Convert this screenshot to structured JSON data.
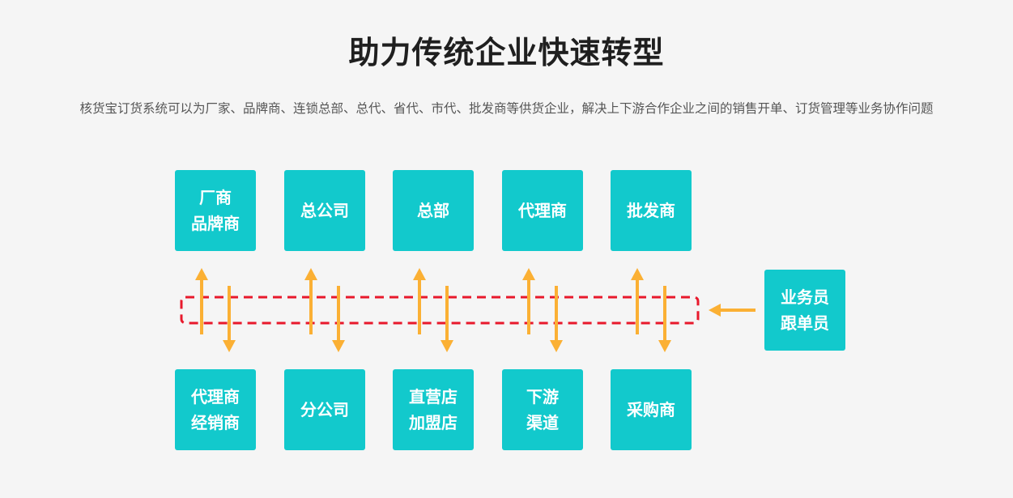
{
  "header": {
    "title": "助力传统企业快速转型",
    "subtitle": "核货宝订货系统可以为厂家、品牌商、连锁总部、总代、省代、市代、批发商等供货企业，解决上下游合作企业之间的销售开单、订货管理等业务协作问题"
  },
  "colors": {
    "box": "#12c9cc",
    "arrow": "#fbb034",
    "dashed_border": "#e8192c",
    "text_on_box": "#ffffff"
  },
  "diagram": {
    "top_row": [
      {
        "lines": [
          "厂商",
          "品牌商"
        ]
      },
      {
        "lines": [
          "总公司"
        ]
      },
      {
        "lines": [
          "总部"
        ]
      },
      {
        "lines": [
          "代理商"
        ]
      },
      {
        "lines": [
          "批发商"
        ]
      }
    ],
    "bottom_row": [
      {
        "lines": [
          "代理商",
          "经销商"
        ]
      },
      {
        "lines": [
          "分公司"
        ]
      },
      {
        "lines": [
          "直营店",
          "加盟店"
        ]
      },
      {
        "lines": [
          "下游",
          "渠道"
        ]
      },
      {
        "lines": [
          "采购商"
        ]
      }
    ],
    "side_box": {
      "lines": [
        "业务员",
        "跟单员"
      ]
    }
  }
}
